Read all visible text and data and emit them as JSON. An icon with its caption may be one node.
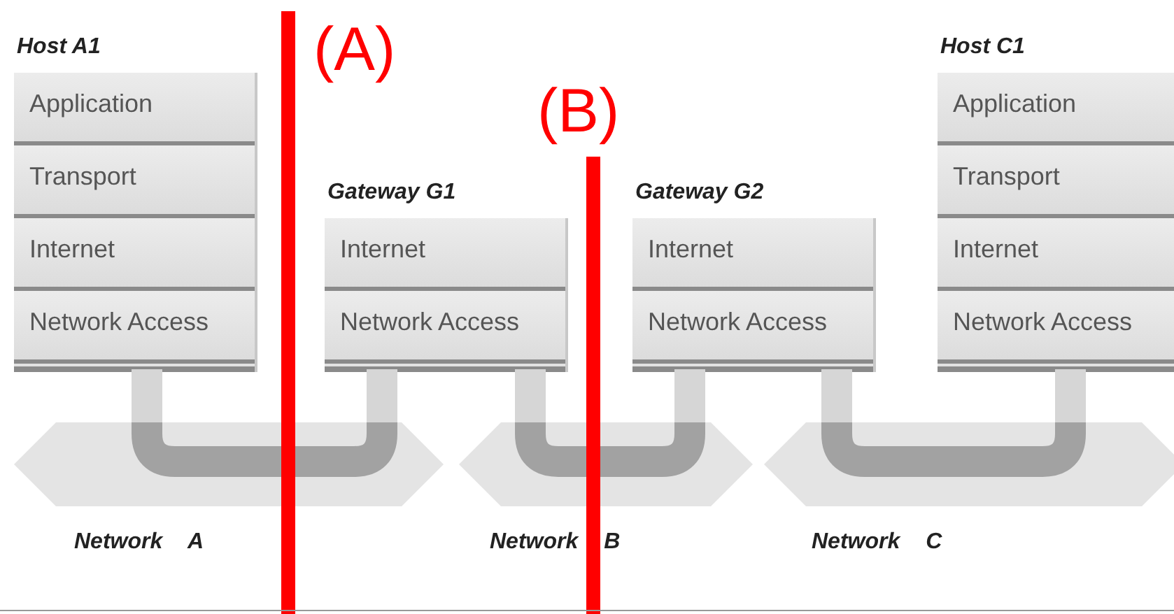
{
  "diagram": {
    "nodes": [
      {
        "text": [
          "Host A1"
        ]
      },
      {
        "text": [
          "Application"
        ],
        "in": 0
      },
      {
        "text": [
          "Transport"
        ],
        "in": 0
      },
      {
        "text": [
          "Internet"
        ],
        "in": 0
      },
      {
        "text": [
          "Network Access"
        ],
        "in": 0
      },
      {
        "text": [
          "Gateway G1"
        ]
      },
      {
        "text": [
          "Internet"
        ],
        "in": 5
      },
      {
        "text": [
          "Network Access"
        ],
        "in": 5
      },
      {
        "text": [
          "Gateway G2"
        ]
      },
      {
        "text": [
          "Internet"
        ],
        "in": 8
      },
      {
        "text": [
          "Network Access"
        ],
        "in": 8
      },
      {
        "text": [
          "Host C1"
        ]
      },
      {
        "text": [
          "Application"
        ],
        "in": 11
      },
      {
        "text": [
          "Transport"
        ],
        "in": 11
      },
      {
        "text": [
          "Internet"
        ],
        "in": 11
      },
      {
        "text": [
          "Network Access"
        ],
        "in": 11
      },
      {
        "text": [],
        "shape": "hexagon",
        "beside": [
          "Network A"
        ]
      },
      {
        "text": [],
        "shape": "hexagon",
        "beside": [
          "Network B"
        ]
      },
      {
        "text": [],
        "shape": "hexagon",
        "beside": [
          "Network C"
        ]
      }
    ],
    "edges": [
      {
        "from": 4,
        "to": 16,
        "arrow": "none"
      },
      {
        "from": 16,
        "to": 7,
        "arrow": "none"
      },
      {
        "from": 7,
        "to": 17,
        "arrow": "none"
      },
      {
        "from": 17,
        "to": 10,
        "arrow": "none"
      },
      {
        "from": 10,
        "to": 18,
        "arrow": "none"
      },
      {
        "from": 18,
        "to": 15,
        "arrow": "none"
      }
    ],
    "labels": [
      "(A)",
      "(B)"
    ]
  }
}
